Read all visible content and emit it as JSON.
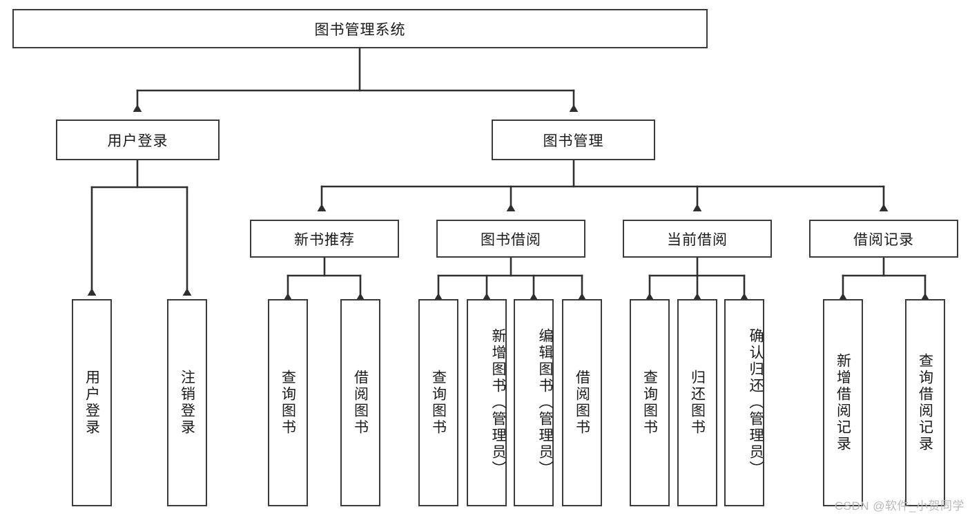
{
  "diagram": {
    "type": "tree-hierarchy-diagram",
    "title_node": "图书管理系统",
    "stroke_color": "#3b3b3b",
    "background_color": "#ffffff",
    "text_color": "#1a1a1a",
    "levels": [
      {
        "level": 0,
        "nodes": [
          {
            "id": "root",
            "label": "图书管理系统",
            "orientation": "horizontal"
          }
        ]
      },
      {
        "level": 1,
        "nodes": [
          {
            "id": "user-login",
            "label": "用户登录",
            "orientation": "horizontal"
          },
          {
            "id": "book-management",
            "label": "图书管理",
            "orientation": "horizontal"
          }
        ]
      },
      {
        "level": 2,
        "nodes": [
          {
            "id": "new-book-recommend",
            "label": "新书推荐",
            "orientation": "horizontal"
          },
          {
            "id": "book-borrow",
            "label": "图书借阅",
            "orientation": "horizontal"
          },
          {
            "id": "current-borrow",
            "label": "当前借阅",
            "orientation": "horizontal"
          },
          {
            "id": "borrow-record",
            "label": "借阅记录",
            "orientation": "horizontal"
          }
        ]
      },
      {
        "level": 3,
        "nodes": [
          {
            "id": "leaf-user-login",
            "label": "用户登录",
            "orientation": "vertical",
            "align": "middle",
            "parent": "user-login"
          },
          {
            "id": "leaf-user-logout",
            "label": "注销登录",
            "orientation": "vertical",
            "align": "middle",
            "parent": "user-login"
          },
          {
            "id": "leaf-query-book-1",
            "label": "查询图书",
            "orientation": "vertical",
            "align": "middle",
            "parent": "new-book-recommend"
          },
          {
            "id": "leaf-borrow-book-1",
            "label": "借阅图书",
            "orientation": "vertical",
            "align": "middle",
            "parent": "new-book-recommend"
          },
          {
            "id": "leaf-query-book-2",
            "label": "查询图书",
            "orientation": "vertical",
            "align": "middle",
            "parent": "book-borrow"
          },
          {
            "id": "leaf-add-book",
            "label": "新增图书（管理员）",
            "orientation": "vertical",
            "align": "top",
            "parent": "book-borrow"
          },
          {
            "id": "leaf-edit-book",
            "label": "编辑图书（管理员）",
            "orientation": "vertical",
            "align": "top",
            "parent": "book-borrow"
          },
          {
            "id": "leaf-borrow-book-2",
            "label": "借阅图书",
            "orientation": "vertical",
            "align": "middle",
            "parent": "book-borrow"
          },
          {
            "id": "leaf-query-book-3",
            "label": "查询图书",
            "orientation": "vertical",
            "align": "middle",
            "parent": "current-borrow"
          },
          {
            "id": "leaf-return-book",
            "label": "归还图书",
            "orientation": "vertical",
            "align": "middle",
            "parent": "current-borrow"
          },
          {
            "id": "leaf-confirm-return",
            "label": "确认归还（管理员）",
            "orientation": "vertical",
            "align": "top",
            "parent": "current-borrow"
          },
          {
            "id": "leaf-add-record",
            "label": "新增借阅记录",
            "orientation": "vertical",
            "align": "middle",
            "parent": "borrow-record"
          },
          {
            "id": "leaf-query-record",
            "label": "查询借阅记录",
            "orientation": "vertical",
            "align": "middle",
            "parent": "borrow-record"
          }
        ]
      }
    ]
  },
  "watermark": {
    "text": "CSDN @软件_小贺同学"
  }
}
